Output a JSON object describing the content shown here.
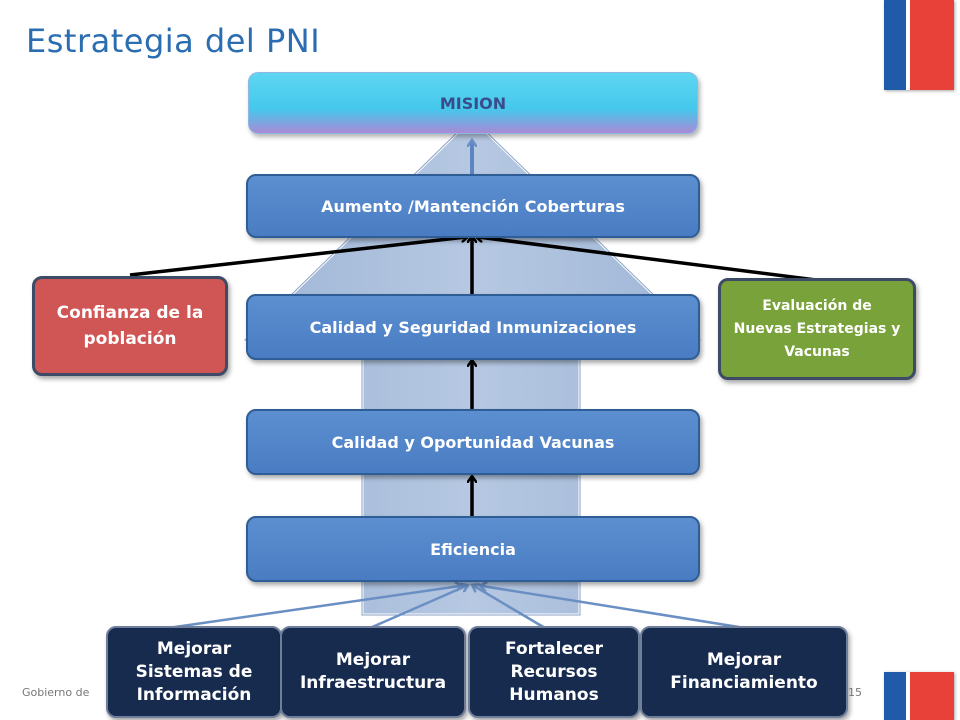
{
  "title": "Estrategia del PNI",
  "boxes": {
    "mision": "MISION",
    "cobertura": "Aumento /Mantención Coberturas",
    "calidad_seguridad": "Calidad y Seguridad Inmunizaciones",
    "calidad_oportunidad": "Calidad y Oportunidad  Vacunas",
    "eficiencia": "Eficiencia",
    "confianza": "Confianza de la población",
    "evaluacion": "Evaluación de Nuevas Estrategias y Vacunas"
  },
  "bottom_boxes": [
    "Mejorar Sistemas de Información",
    "Mejorar Infraestructura",
    "Fortalecer Recursos Humanos",
    "Mejorar Financiamiento"
  ],
  "footer": {
    "left": "Gobierno de",
    "page": "15"
  },
  "colors": {
    "title": "#2a6db1",
    "blue_box": "#4a7cc3",
    "red_box": "#d05656",
    "green_box": "#79a33a",
    "navy_box": "#172b4f",
    "mision": "#45c8ec"
  }
}
